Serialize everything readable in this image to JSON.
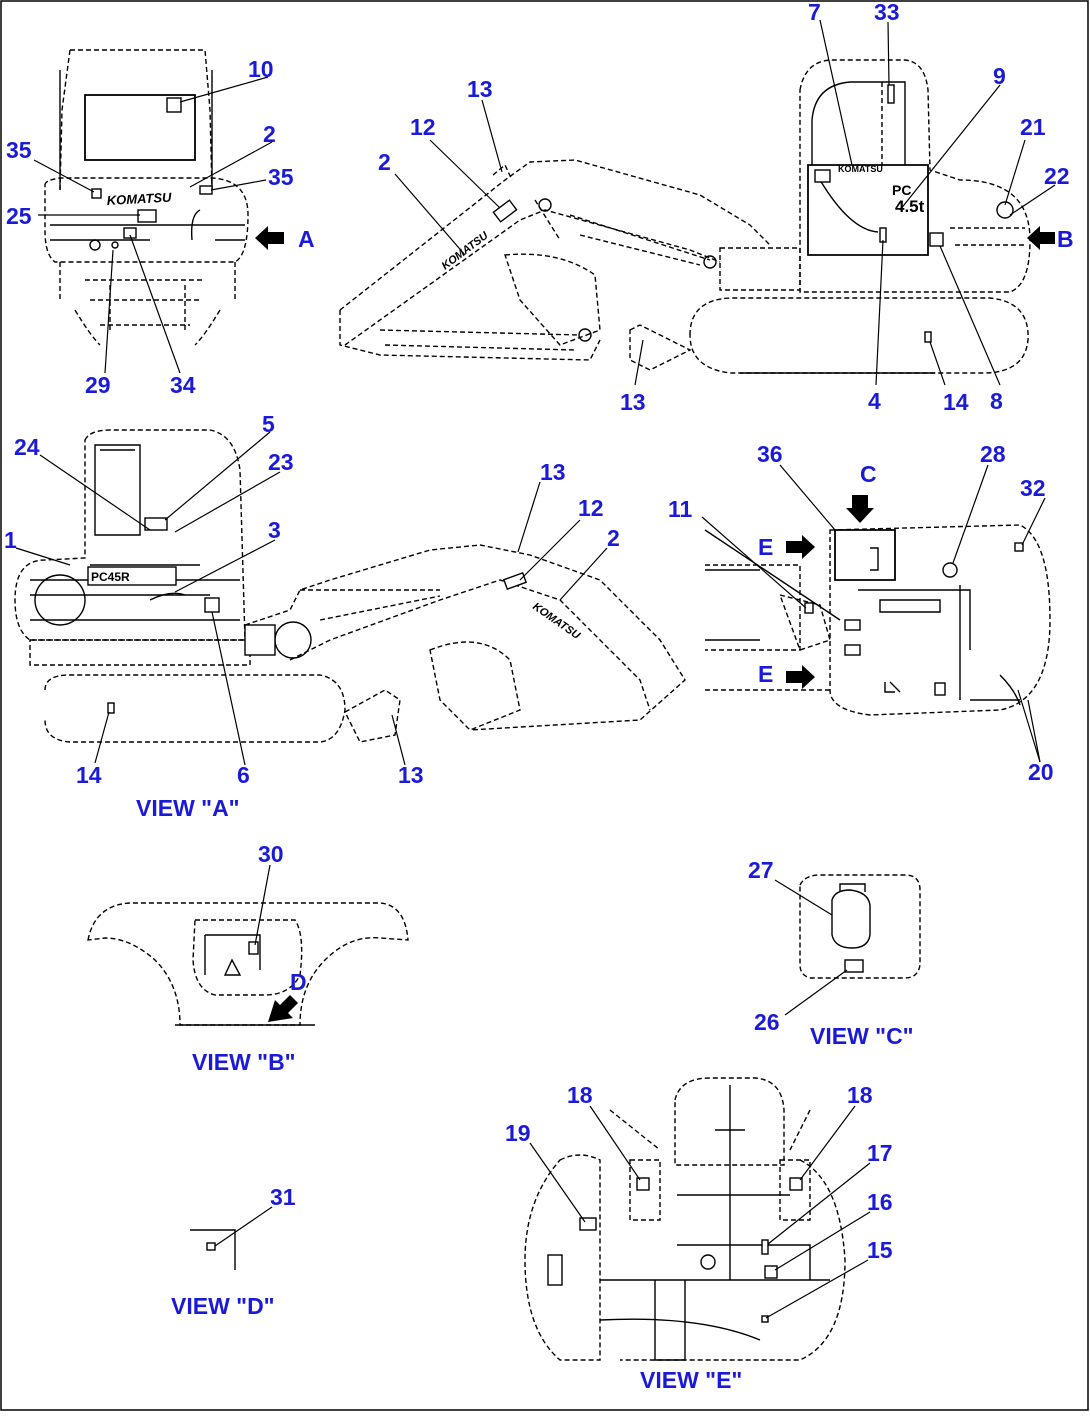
{
  "views": {
    "a": "VIEW \"A\"",
    "b": "VIEW \"B\"",
    "c": "VIEW \"C\"",
    "d": "VIEW \"D\"",
    "e": "VIEW \"E\""
  },
  "arrows": {
    "a": "A",
    "b": "B",
    "c": "C",
    "d": "D",
    "e": "E"
  },
  "decals": {
    "brand": "KOMATSU",
    "model": "PC45R",
    "capacity": "4.5t"
  },
  "callouts": {
    "c1": "1",
    "c2": "2",
    "c3": "3",
    "c4": "4",
    "c5": "5",
    "c6": "6",
    "c7": "7",
    "c8": "8",
    "c9": "9",
    "c10": "10",
    "c11": "11",
    "c12": "12",
    "c13": "13",
    "c14": "14",
    "c15": "15",
    "c16": "16",
    "c17": "17",
    "c18": "18",
    "c19": "19",
    "c20": "20",
    "c21": "21",
    "c22": "22",
    "c23": "23",
    "c24": "24",
    "c25": "25",
    "c26": "26",
    "c27": "27",
    "c28": "28",
    "c29": "29",
    "c30": "30",
    "c31": "31",
    "c32": "32",
    "c33": "33",
    "c34": "34",
    "c35": "35",
    "c36": "36"
  },
  "colors": {
    "callout": "#1a1ad8",
    "line": "#000000",
    "background": "#ffffff"
  }
}
